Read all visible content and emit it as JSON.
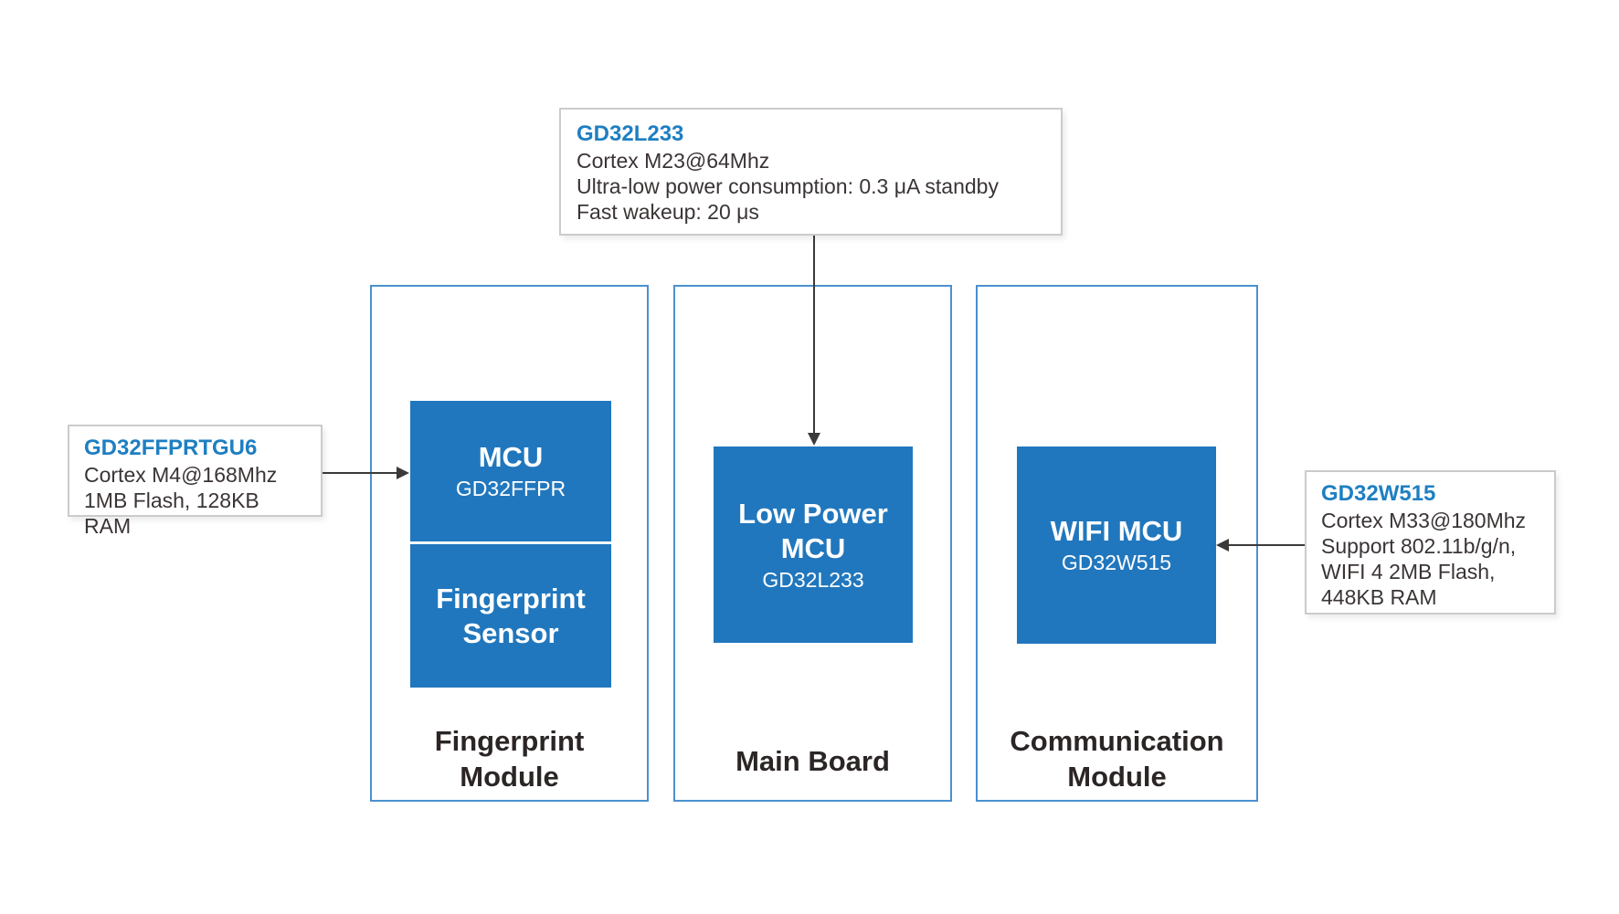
{
  "callouts": {
    "main_mcu": {
      "title": "GD32L233",
      "lines": [
        "Cortex M23@64Mhz",
        "Ultra-low power consumption: 0.3 μA standby",
        "Fast wakeup: 20 μs"
      ]
    },
    "fingerprint_mcu": {
      "title": "GD32FFPRTGU6",
      "lines": [
        "Cortex M4@168Mhz",
        "1MB Flash, 128KB RAM"
      ]
    },
    "wifi_mcu": {
      "title": "GD32W515",
      "lines": [
        "Cortex M33@180Mhz",
        "Support 802.11b/g/n,",
        "WIFI 4 2MB Flash,",
        "448KB RAM"
      ]
    }
  },
  "modules": {
    "fingerprint": {
      "label_line1": "Fingerprint",
      "label_line2": "Module",
      "mcu_title": "MCU",
      "mcu_part": "GD32FFPR",
      "sensor_line1": "Fingerprint",
      "sensor_line2": "Sensor"
    },
    "main_board": {
      "label": "Main Board",
      "chip_line1": "Low Power",
      "chip_line2": "MCU",
      "chip_part": "GD32L233"
    },
    "communication": {
      "label_line1": "Communication",
      "label_line2": "Module",
      "chip_title": "WIFI MCU",
      "chip_part": "GD32W515"
    }
  },
  "colors": {
    "chip_fill": "#2177bd",
    "module_border": "#4b90d0",
    "accent_text": "#1e7fc2",
    "body_text": "#3b3434",
    "label_text": "#2b2525",
    "arrow": "#3a3a3a",
    "callout_border": "#cbcbcb"
  }
}
